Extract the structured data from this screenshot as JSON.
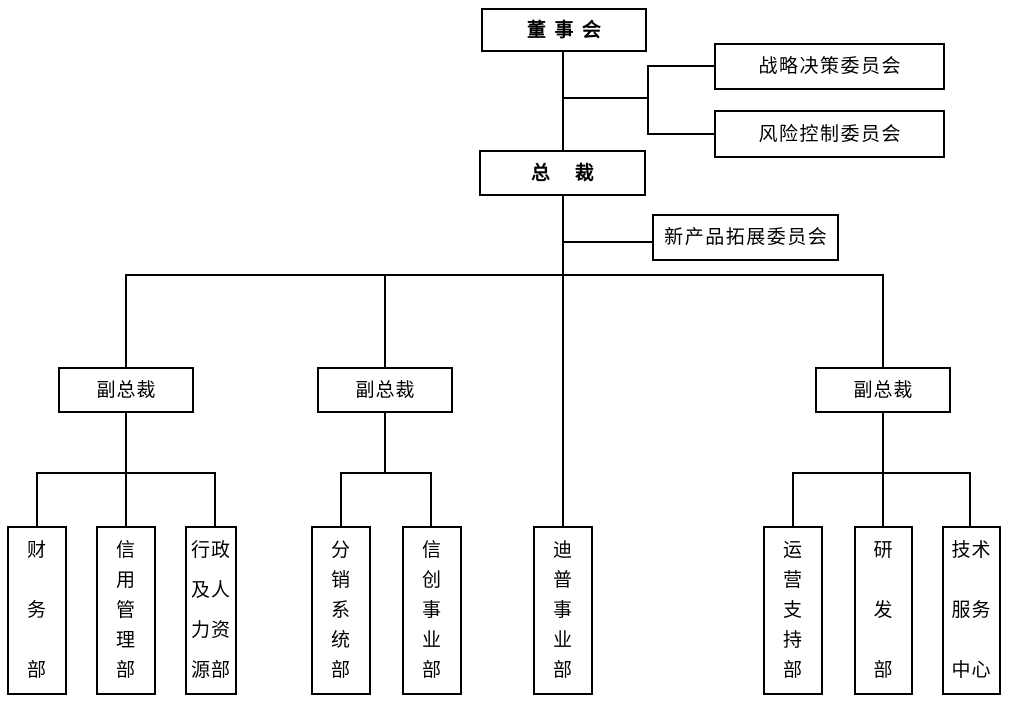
{
  "org_chart": {
    "nodes": {
      "board": "董事会",
      "strategy_committee": "战略决策委员会",
      "risk_committee": "风险控制委员会",
      "president": "总裁",
      "new_product_committee": "新产品拓展委员会",
      "vp_left": "副总裁",
      "vp_middle": "副总裁",
      "vp_right": "副总裁"
    },
    "departments": [
      {
        "name": "财务部",
        "rows": [
          "财",
          "务",
          "部"
        ]
      },
      {
        "name": "信用管理部",
        "rows": [
          "信",
          "用",
          "管",
          "理",
          "部"
        ]
      },
      {
        "name": "行政及人力资源部",
        "rows": [
          "行政",
          "及人",
          "力资",
          "源部"
        ]
      },
      {
        "name": "分销系统部",
        "rows": [
          "分",
          "销",
          "系",
          "统",
          "部"
        ]
      },
      {
        "name": "信创事业部",
        "rows": [
          "信",
          "创",
          "事",
          "业",
          "部"
        ]
      },
      {
        "name": "迪普事业部",
        "rows": [
          "迪",
          "普",
          "事",
          "业",
          "部"
        ]
      },
      {
        "name": "运营支持部",
        "rows": [
          "运",
          "营",
          "支",
          "持",
          "部"
        ]
      },
      {
        "name": "研发部",
        "rows": [
          "研",
          "发",
          "部"
        ]
      },
      {
        "name": "技术服务中心",
        "rows": [
          "技术",
          "服务",
          "中心"
        ]
      }
    ],
    "colors": {
      "line": "#000000",
      "box_border": "#000000",
      "text": "#000000",
      "background": "#ffffff"
    }
  }
}
